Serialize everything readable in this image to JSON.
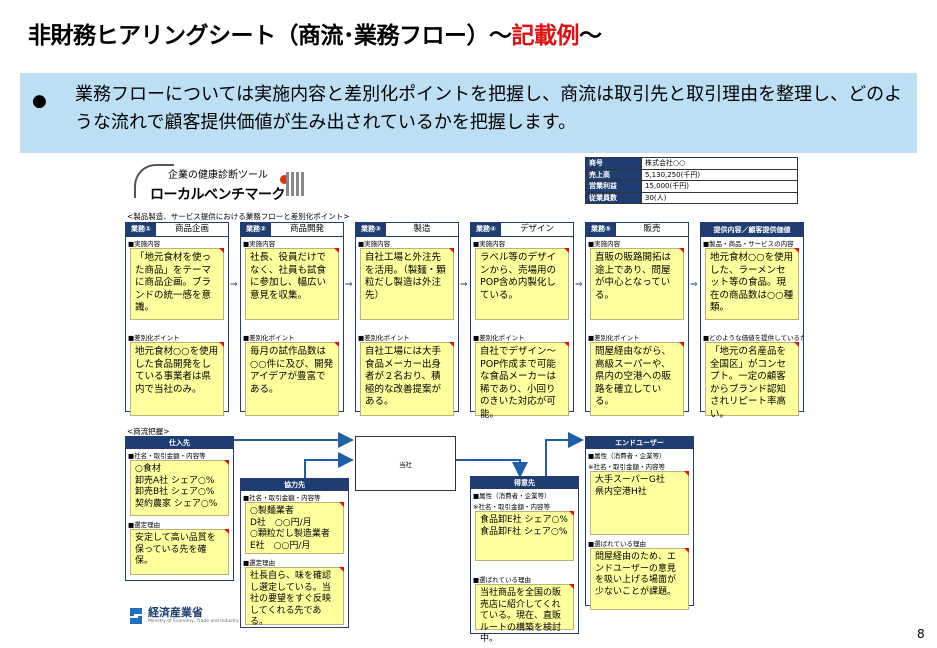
{
  "title": {
    "main": "非財務ヒアリングシート（商流･業務フロー）～",
    "red": "記載例",
    "end": "～"
  },
  "banner": "業務フローについては実施内容と差別化ポイントを把握し、商流は取引先と取引理由を整理し、どのような流れで顧客提供価値が生み出されているかを把握します。",
  "logo": {
    "top": "企業の健康診断ツール",
    "main": "ローカルベンチマーク"
  },
  "info": [
    {
      "k": "商号",
      "v": "株式会社○○"
    },
    {
      "k": "売上高",
      "v": "5,130,250(千円)"
    },
    {
      "k": "営業利益",
      "v": "15,000(千円)"
    },
    {
      "k": "従業員数",
      "v": "30(人)"
    }
  ],
  "flow_label": "<製品製造、サービス提供における業務フローと差別化ポイント>",
  "flow": [
    {
      "num": "業務①",
      "name": "商品企画",
      "label1": "■実施内容",
      "note1": "「地元食材を使った商品」をテーマに商品企画。ブランドの統一感を意識。",
      "label2": "■差別化ポイント",
      "note2": "地元食材○○を使用した食品開発をしている事業者は県内で当社のみ。"
    },
    {
      "num": "業務②",
      "name": "商品開発",
      "label1": "■実施内容",
      "note1": "社長、役員だけでなく、社員も試食に参加し、幅広い意見を収集。",
      "label2": "■差別化ポイント",
      "note2": "毎月の試作品数は○○件に及び、開発アイデアが豊富である。"
    },
    {
      "num": "業務③",
      "name": "製造",
      "label1": "■実施内容",
      "note1": "自社工場と外注先を活用。（製麺・顆粒だし製造は外注先）",
      "label2": "■差別化ポイント",
      "note2": "自社工場には大手食品メーカー出身者が２名おり、積極的な改善提案がある。"
    },
    {
      "num": "業務④",
      "name": "デザイン",
      "label1": "■実施内容",
      "note1": "ラベル等のデザインから、売場用のPOP含め内製化している。",
      "label2": "■差別化ポイント",
      "note2": "自社でデザイン～POP作成まで可能な食品メーカーは稀であり、小回りのきいた対応が可能。"
    },
    {
      "num": "業務⑤",
      "name": "販売",
      "label1": "■実施内容",
      "note1": "直販の販路開拓は途上であり、問屋が中心となっている。",
      "label2": "■差別化ポイント",
      "note2": "問屋経由ながら、高級スーパーや、県内の空港への販路を確立している。"
    }
  ],
  "value": {
    "header": "提供内容／顧客提供価値",
    "label1": "■製品・商品・サービスの内容",
    "note1": "地元食材○○を使用した、ラーメンセット等の食品。現在の商品数は○○種類。",
    "label2": "■どのような価値を提供しているか",
    "note2": "「地元の名産品を全国区」がコンセプト。一定の顧客からブランド認知されリピート率高い。"
  },
  "trade_label": "<商流把握>",
  "suppliers": {
    "header": "仕入先",
    "label1": "■社名・取引金額・内容等",
    "lines": [
      "○食材",
      "卸売A社 シェア○%",
      "卸売B社 シェア○%",
      "契約農家 シェア○%"
    ],
    "label2": "■選定理由",
    "reason": "安定して高い品質を保っている先を確保。"
  },
  "partners": {
    "header": "協力先",
    "label1": "■社名・取引金額・内容等",
    "lines": [
      "○製麺業者",
      "D社　○○円/月",
      "○顆粒だし製造業者",
      "E社　○○円/月"
    ],
    "label2": "■選定理由",
    "reason": "社長自ら、味を確認し選定している。当社の要望をすぐ反映してくれる先である。"
  },
  "company": "当社",
  "customers": {
    "header": "得意先",
    "label1": "■属性（消費者・企業等）",
    "label2": "※社名・取引金額・内容等",
    "lines": [
      "食品卸E社 シェア○%",
      "食品卸F社 シェア○%"
    ],
    "label3": "■選ばれている理由",
    "reason": "当社商品を全国の販売店に紹介してくれている。現在、直販ルートの構築を検討中。"
  },
  "endusers": {
    "header": "エンドユーザー",
    "label1": "■属性（消費者・企業等）",
    "label2": "※社名・取引金額・内容等",
    "lines": [
      "大手スーパーG社",
      "県内空港H社"
    ],
    "label3": "■選ばれている理由",
    "reason": "問屋経由のため、エンドユーザーの意見を吸い上げる場面が少ないことが課題。"
  },
  "footer": {
    "org": "経済産業省",
    "sub": "Ministry of Economy, Trade and Industry"
  },
  "page": "8"
}
